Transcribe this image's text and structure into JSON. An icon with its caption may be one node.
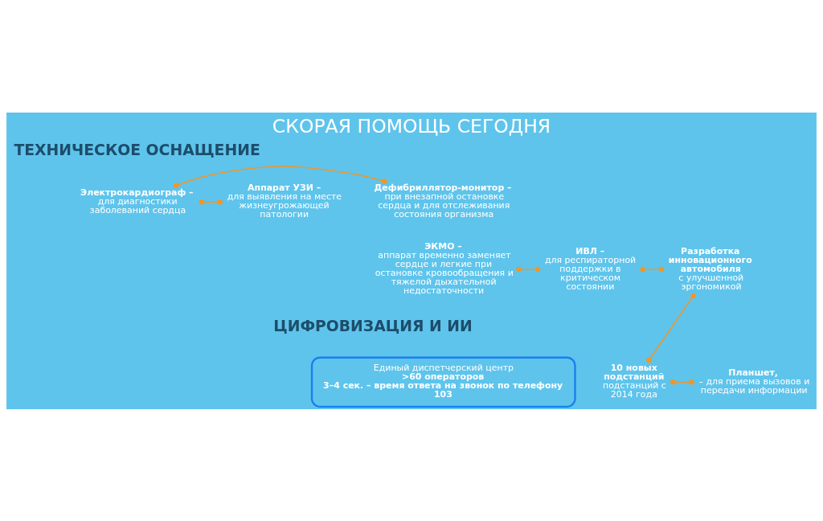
{
  "diagram": {
    "title": "СКОРАЯ ПОМОЩЬ СЕГОДНЯ",
    "nodes": [
      {
        "text": [
          "Дефибриллятор-монитор –",
          "при внезапной остановке сердца и для отслеживания состояния организма"
        ]
      },
      {
        "text": [
          "Электрокардиограф –",
          "для диагностики заболеваний сердца"
        ]
      },
      {
        "text": [
          "Аппарат УЗИ –",
          "для выявления на месте жизнеугрожающей патологии"
        ]
      },
      {
        "text": [
          "ЭКМО –",
          "аппарат временно заменяет сердце и легкие при остановке кровообращения и тяжелой дыхательной недостаточности"
        ]
      },
      {
        "text": [
          "ИВЛ –",
          "для респираторной поддержки в критическом состоянии"
        ]
      },
      {
        "text": [
          "Разработка инновационного автомобиля",
          "с улучшенной эргономикой"
        ]
      },
      {
        "text": [
          "10 новых подстанций",
          "подстанций с 2014 года"
        ]
      },
      {
        "text": [
          "Планшет,",
          "– для приема вызовов и передачи информации"
        ]
      },
      {
        "text": [
          "Единый диспетчерский центр",
          ">60 операторов",
          "3–4 сек. – время ответа на звонок по телефону 103"
        ]
      }
    ],
    "edges": [
      {
        "from": 0,
        "to": 1,
        "arrow": "other",
        "color": "#f0962a"
      },
      {
        "from": 1,
        "to": 2,
        "arrow": "other",
        "color": "#f0962a"
      },
      {
        "from": 3,
        "to": 4,
        "arrow": "other",
        "color": "#f0962a"
      },
      {
        "from": 4,
        "to": 5,
        "arrow": "other",
        "color": "#f0962a"
      },
      {
        "from": 5,
        "to": 6,
        "arrow": "other",
        "color": "#f0962a"
      },
      {
        "from": 6,
        "to": 7,
        "arrow": "other",
        "color": "#f0962a"
      }
    ],
    "labels": [
      "ТЕХНИЧЕСКОЕ ОСНАЩЕНИЕ",
      "ЦИФРОВИЗАЦИЯ И ИИ"
    ]
  }
}
